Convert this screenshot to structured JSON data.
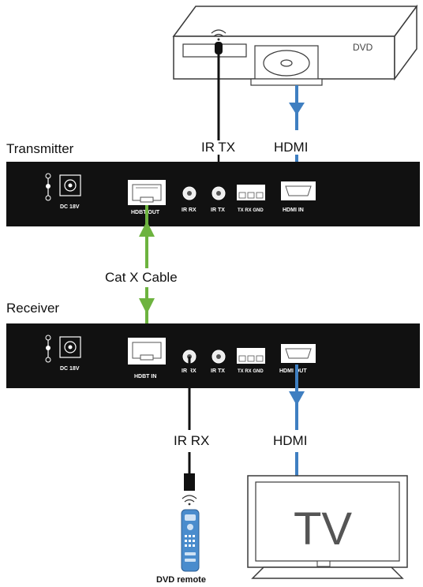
{
  "dvd": {
    "brand": "DVD"
  },
  "labels": {
    "ir_tx": "IR TX",
    "hdmi_top": "HDMI",
    "transmitter": "Transmitter",
    "cable": "Cat X Cable",
    "receiver": "Receiver",
    "ir_rx": "IR RX",
    "hdmi_bottom": "HDMI",
    "remote": "DVD remote",
    "tv": "TV"
  },
  "transmitter_ports": {
    "dc": "DC 18V",
    "hdbt": "HDBT OUT",
    "ir_rx": "IR RX",
    "ir_tx": "IR TX",
    "terminal": "TX RX GND",
    "hdmi": "HDMI IN"
  },
  "receiver_ports": {
    "dc": "DC 18V",
    "hdbt": "HDBT IN",
    "ir_rx": "IR RX",
    "ir_tx": "IR TX",
    "terminal": "TX RX GND",
    "hdmi": "HDMI OUT"
  },
  "colors": {
    "panel": "#111111",
    "arrow_blue": "#3f7fc1",
    "arrow_green": "#6db33f",
    "outline": "#3a3a3a"
  }
}
